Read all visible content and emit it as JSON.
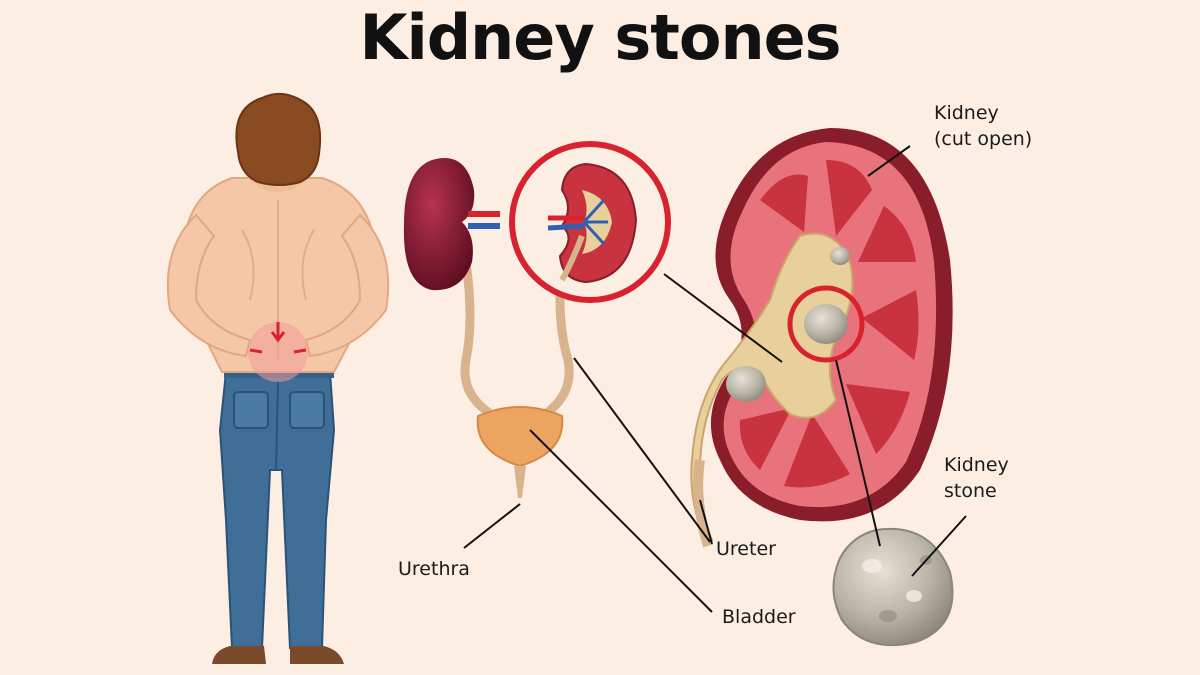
{
  "title": "Kidney stones",
  "labels": {
    "kidney_cut_line1": "Kidney",
    "kidney_cut_line2": "(cut open)",
    "kidney_stone_line1": "Kidney",
    "kidney_stone_line2": "stone",
    "ureter": "Ureter",
    "urethra": "Urethra",
    "bladder": "Bladder"
  },
  "colors": {
    "background": "#fdeee4",
    "highlight_ring": "#d8232f",
    "kidney_tissue": "#c8333f",
    "renal_pelvis": "#e9cf9b",
    "jeans": "#3f6f99",
    "skin": "#f6c7a6"
  }
}
